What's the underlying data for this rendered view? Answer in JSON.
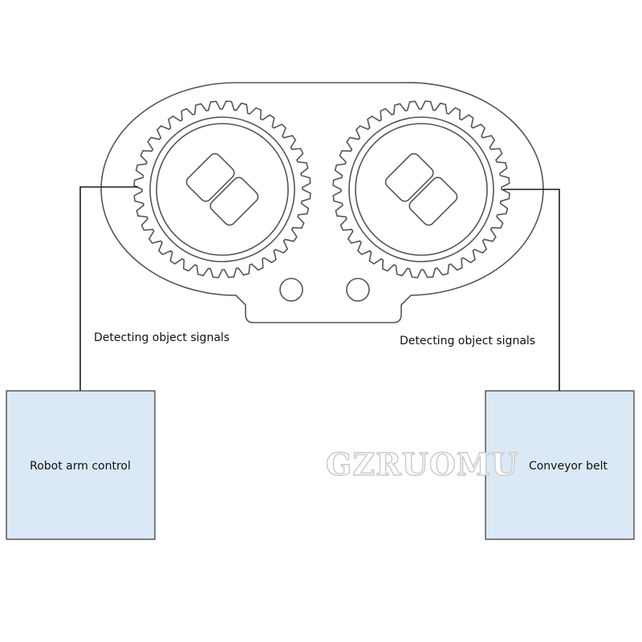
{
  "diagram": {
    "left_signal_label": "Detecting object signals",
    "right_signal_label": "Detecting object signals",
    "left_box_label": "Robot arm control",
    "right_box_label": "Conveyor belt",
    "watermark": "GZRUOMU"
  },
  "colors": {
    "box_fill": "#dbe8f5",
    "line": "#1a1a1a",
    "sensor_stroke": "#555555"
  }
}
